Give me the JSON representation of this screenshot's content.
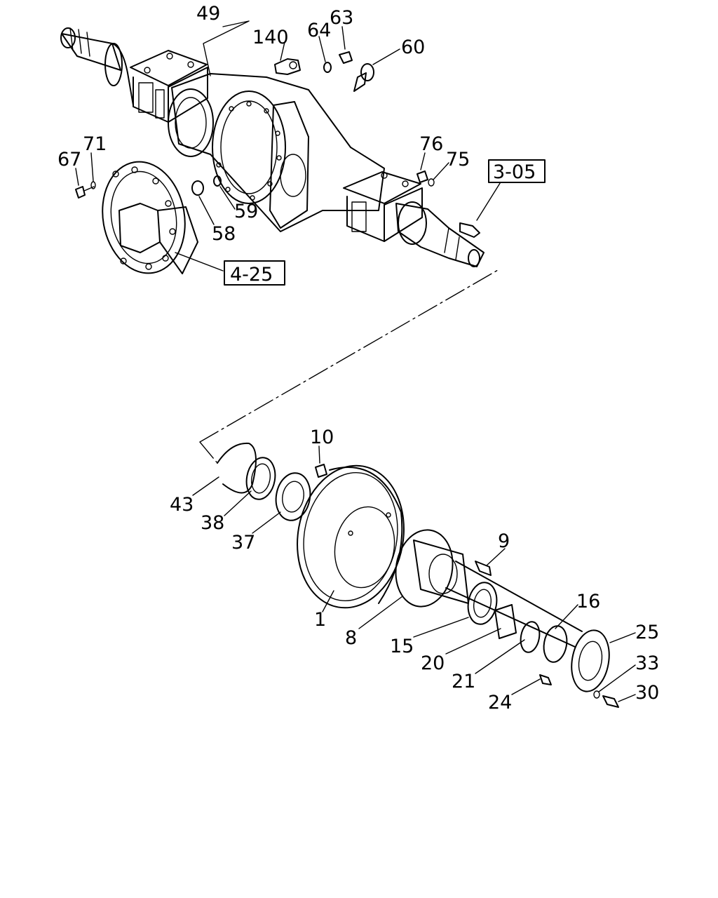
{
  "callouts": {
    "c49": "49",
    "c140": "140",
    "c64": "64",
    "c63": "63",
    "c60": "60",
    "c71": "71",
    "c67": "67",
    "c76": "76",
    "c75": "75",
    "c58": "58",
    "c59": "59",
    "c10": "10",
    "c43": "43",
    "c38": "38",
    "c37": "37",
    "c9": "9",
    "c1": "1",
    "c8": "8",
    "c16": "16",
    "c15": "15",
    "c25": "25",
    "c20": "20",
    "c33": "33",
    "c21": "21",
    "c30": "30",
    "c24": "24"
  },
  "references": {
    "r305": "3-05",
    "r425": "4-25"
  }
}
